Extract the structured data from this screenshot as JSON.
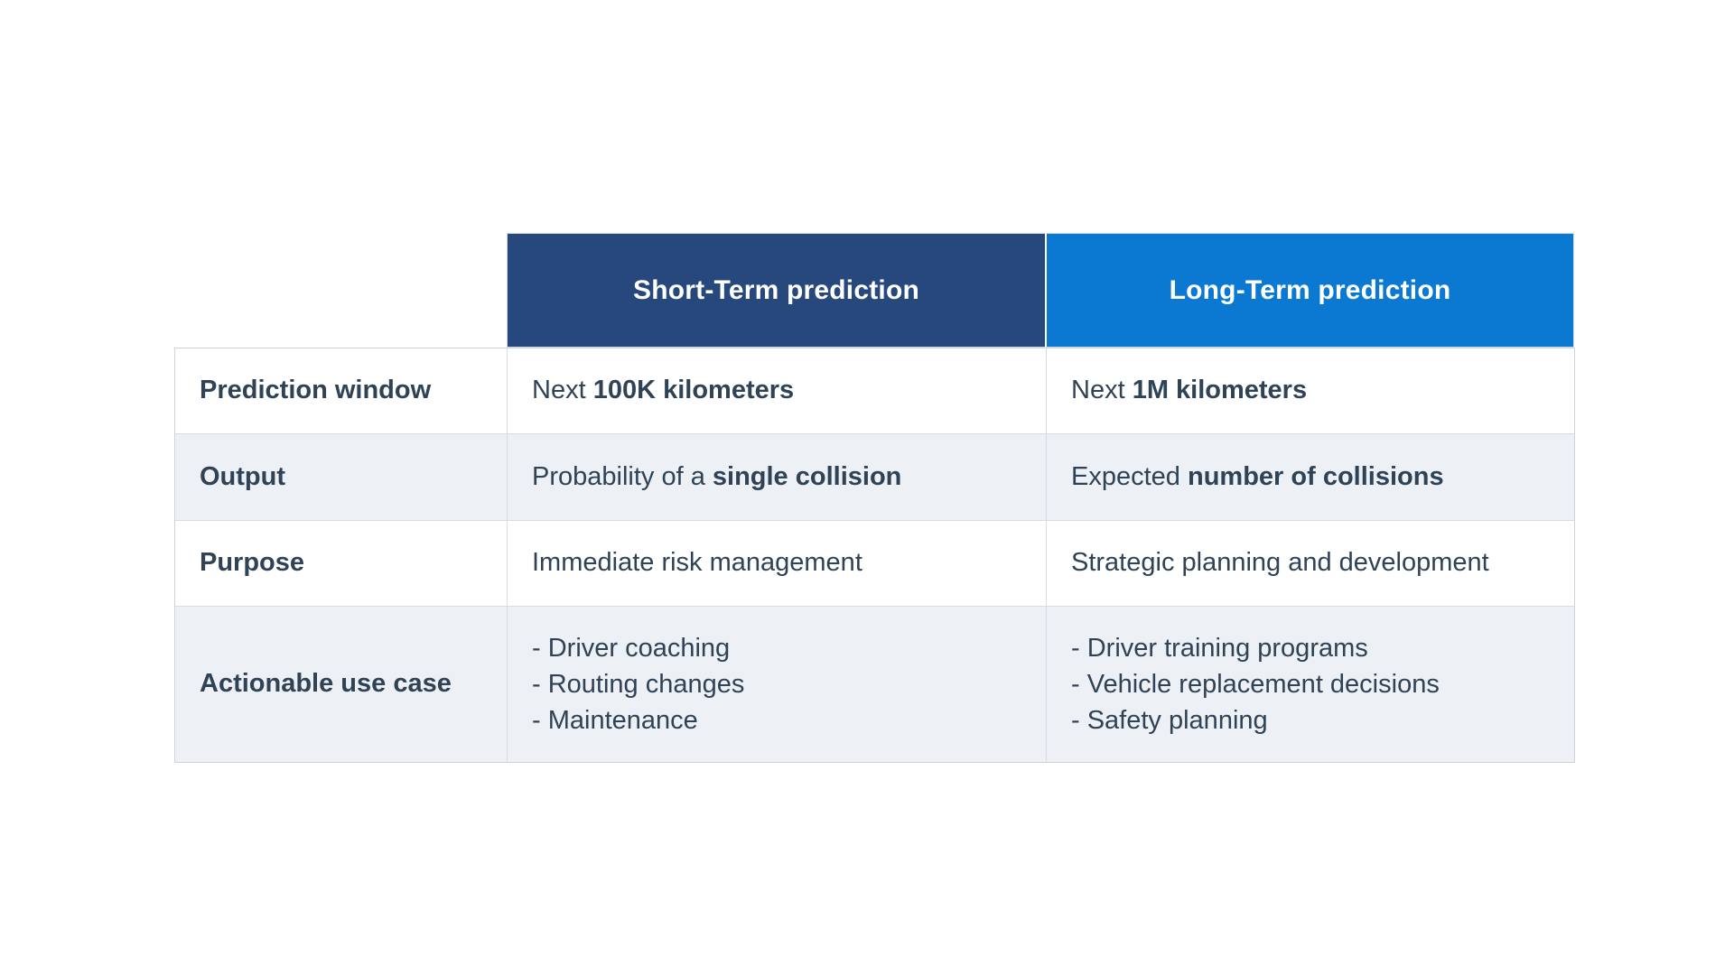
{
  "table": {
    "header": {
      "columns": [
        {
          "label": "Short-Term prediction",
          "bg": "#27487C"
        },
        {
          "label": "Long-Term prediction",
          "bg": "#0B79D1"
        }
      ]
    },
    "rows": [
      {
        "label": "Prediction window",
        "cells": [
          {
            "prefix": "Next ",
            "bold": "100K kilometers"
          },
          {
            "prefix": "Next ",
            "bold": "1M kilometers"
          }
        ]
      },
      {
        "label": "Output",
        "cells": [
          {
            "prefix": "Probability of a ",
            "bold": "single collision"
          },
          {
            "prefix": "Expected ",
            "bold": "number of collisions"
          }
        ]
      },
      {
        "label": "Purpose",
        "cells": [
          {
            "prefix": "Immediate risk management",
            "bold": ""
          },
          {
            "prefix": "Strategic planning and development",
            "bold": ""
          }
        ]
      },
      {
        "label": "Actionable use case",
        "cells": [
          {
            "lines": [
              "- Driver coaching",
              "- Routing changes",
              "- Maintenance"
            ]
          },
          {
            "lines": [
              "- Driver training programs",
              "- Vehicle replacement decisions",
              "- Safety planning"
            ]
          }
        ]
      }
    ],
    "colors": {
      "header_short_bg": "#27487C",
      "header_long_bg": "#0B79D1",
      "body_text": "#2F4256",
      "row_bg": "#FFFFFF",
      "row_alt_bg": "#EDF1F5",
      "border": "#D7DCE2",
      "header_text": "#FFFFFF"
    }
  }
}
